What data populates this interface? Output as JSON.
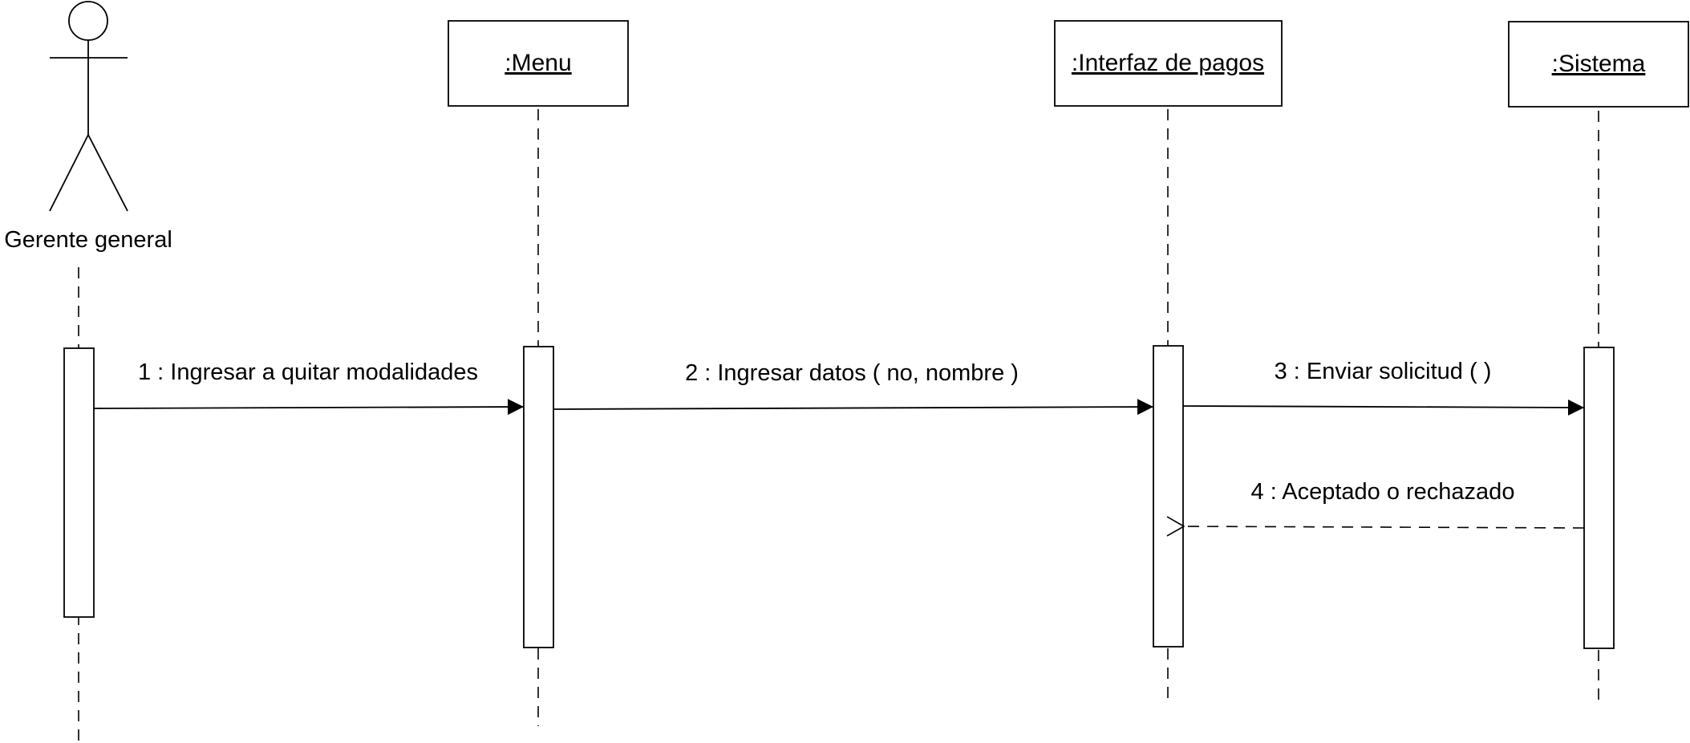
{
  "diagram": {
    "type": "sequence",
    "actor": {
      "name": "Gerente general"
    },
    "objects": [
      {
        "name": ":Menu"
      },
      {
        "name": ":Interfaz de pagos"
      },
      {
        "name": ":Sistema"
      }
    ],
    "messages": [
      {
        "label": "1 : Ingresar a quitar modalidades",
        "from": "Gerente general",
        "to": ":Menu",
        "kind": "synchronous"
      },
      {
        "label": "2 : Ingresar datos ( no, nombre )",
        "from": ":Menu",
        "to": ":Interfaz de pagos",
        "kind": "synchronous"
      },
      {
        "label": "3 : Enviar solicitud ( )",
        "from": ":Interfaz de pagos",
        "to": ":Sistema",
        "kind": "synchronous"
      },
      {
        "label": "4 : Aceptado o rechazado",
        "from": ":Sistema",
        "to": ":Interfaz de pagos",
        "kind": "return"
      }
    ]
  }
}
